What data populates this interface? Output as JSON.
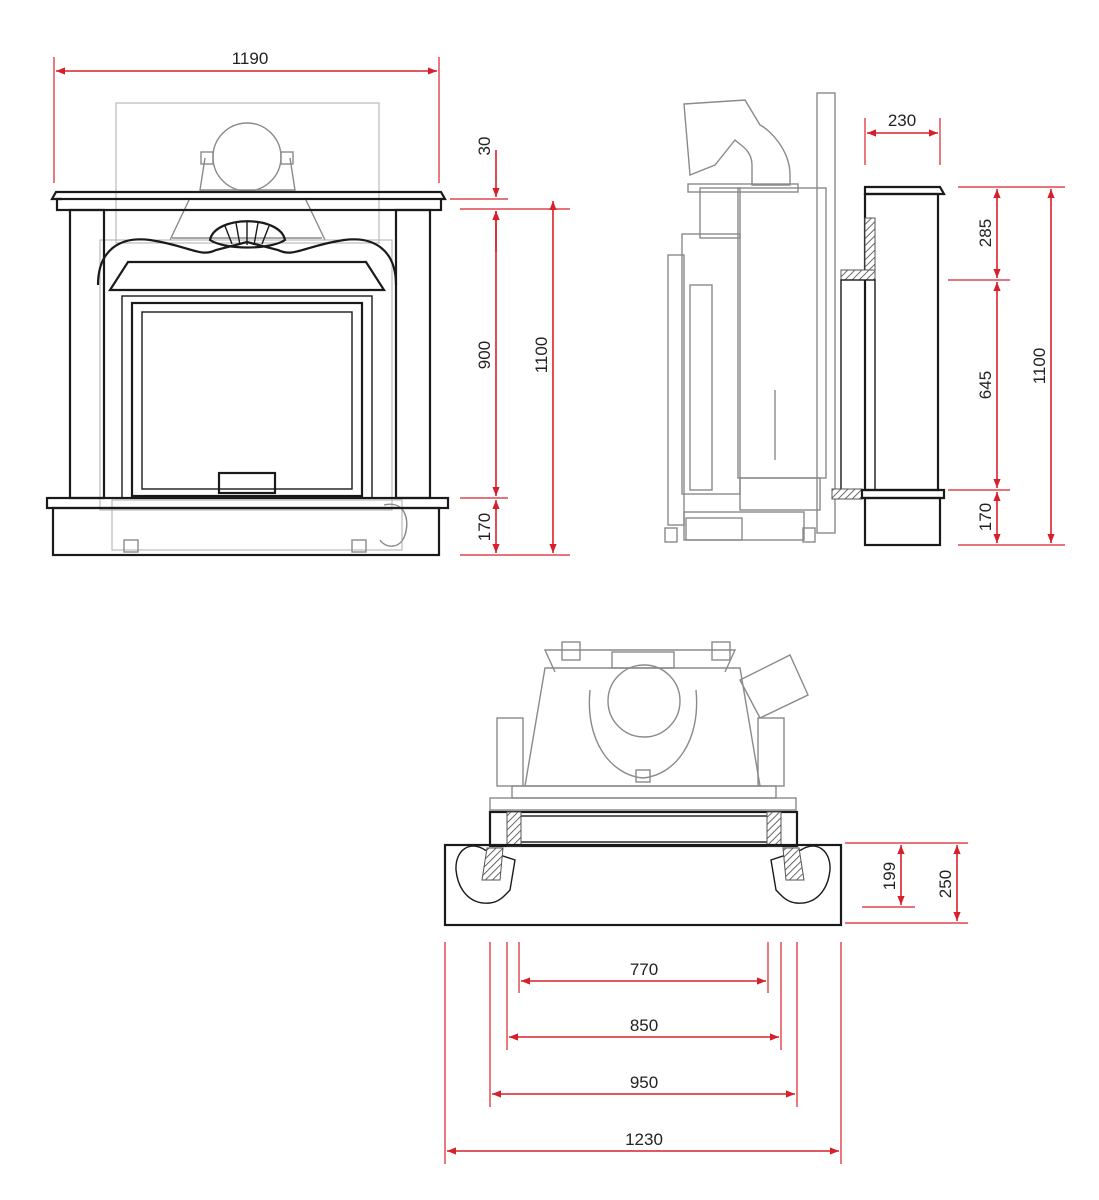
{
  "colors": {
    "dimension": "#d8202a",
    "outline": "#1a1a1a",
    "stove": "#8a8a8a",
    "background": "#ffffff"
  },
  "front_view": {
    "width_label": "1190",
    "top_gap_label": "30",
    "firebox_height_label": "900",
    "total_height_label": "1100",
    "base_height_label": "170"
  },
  "side_view": {
    "depth_label": "230",
    "upper_label": "285",
    "middle_label": "645",
    "total_height_label": "1100",
    "base_height_label": "170"
  },
  "plan_view": {
    "inner_depth_label": "199",
    "total_depth_label": "250",
    "width_770": "770",
    "width_850": "850",
    "width_950": "950",
    "width_1230": "1230"
  }
}
